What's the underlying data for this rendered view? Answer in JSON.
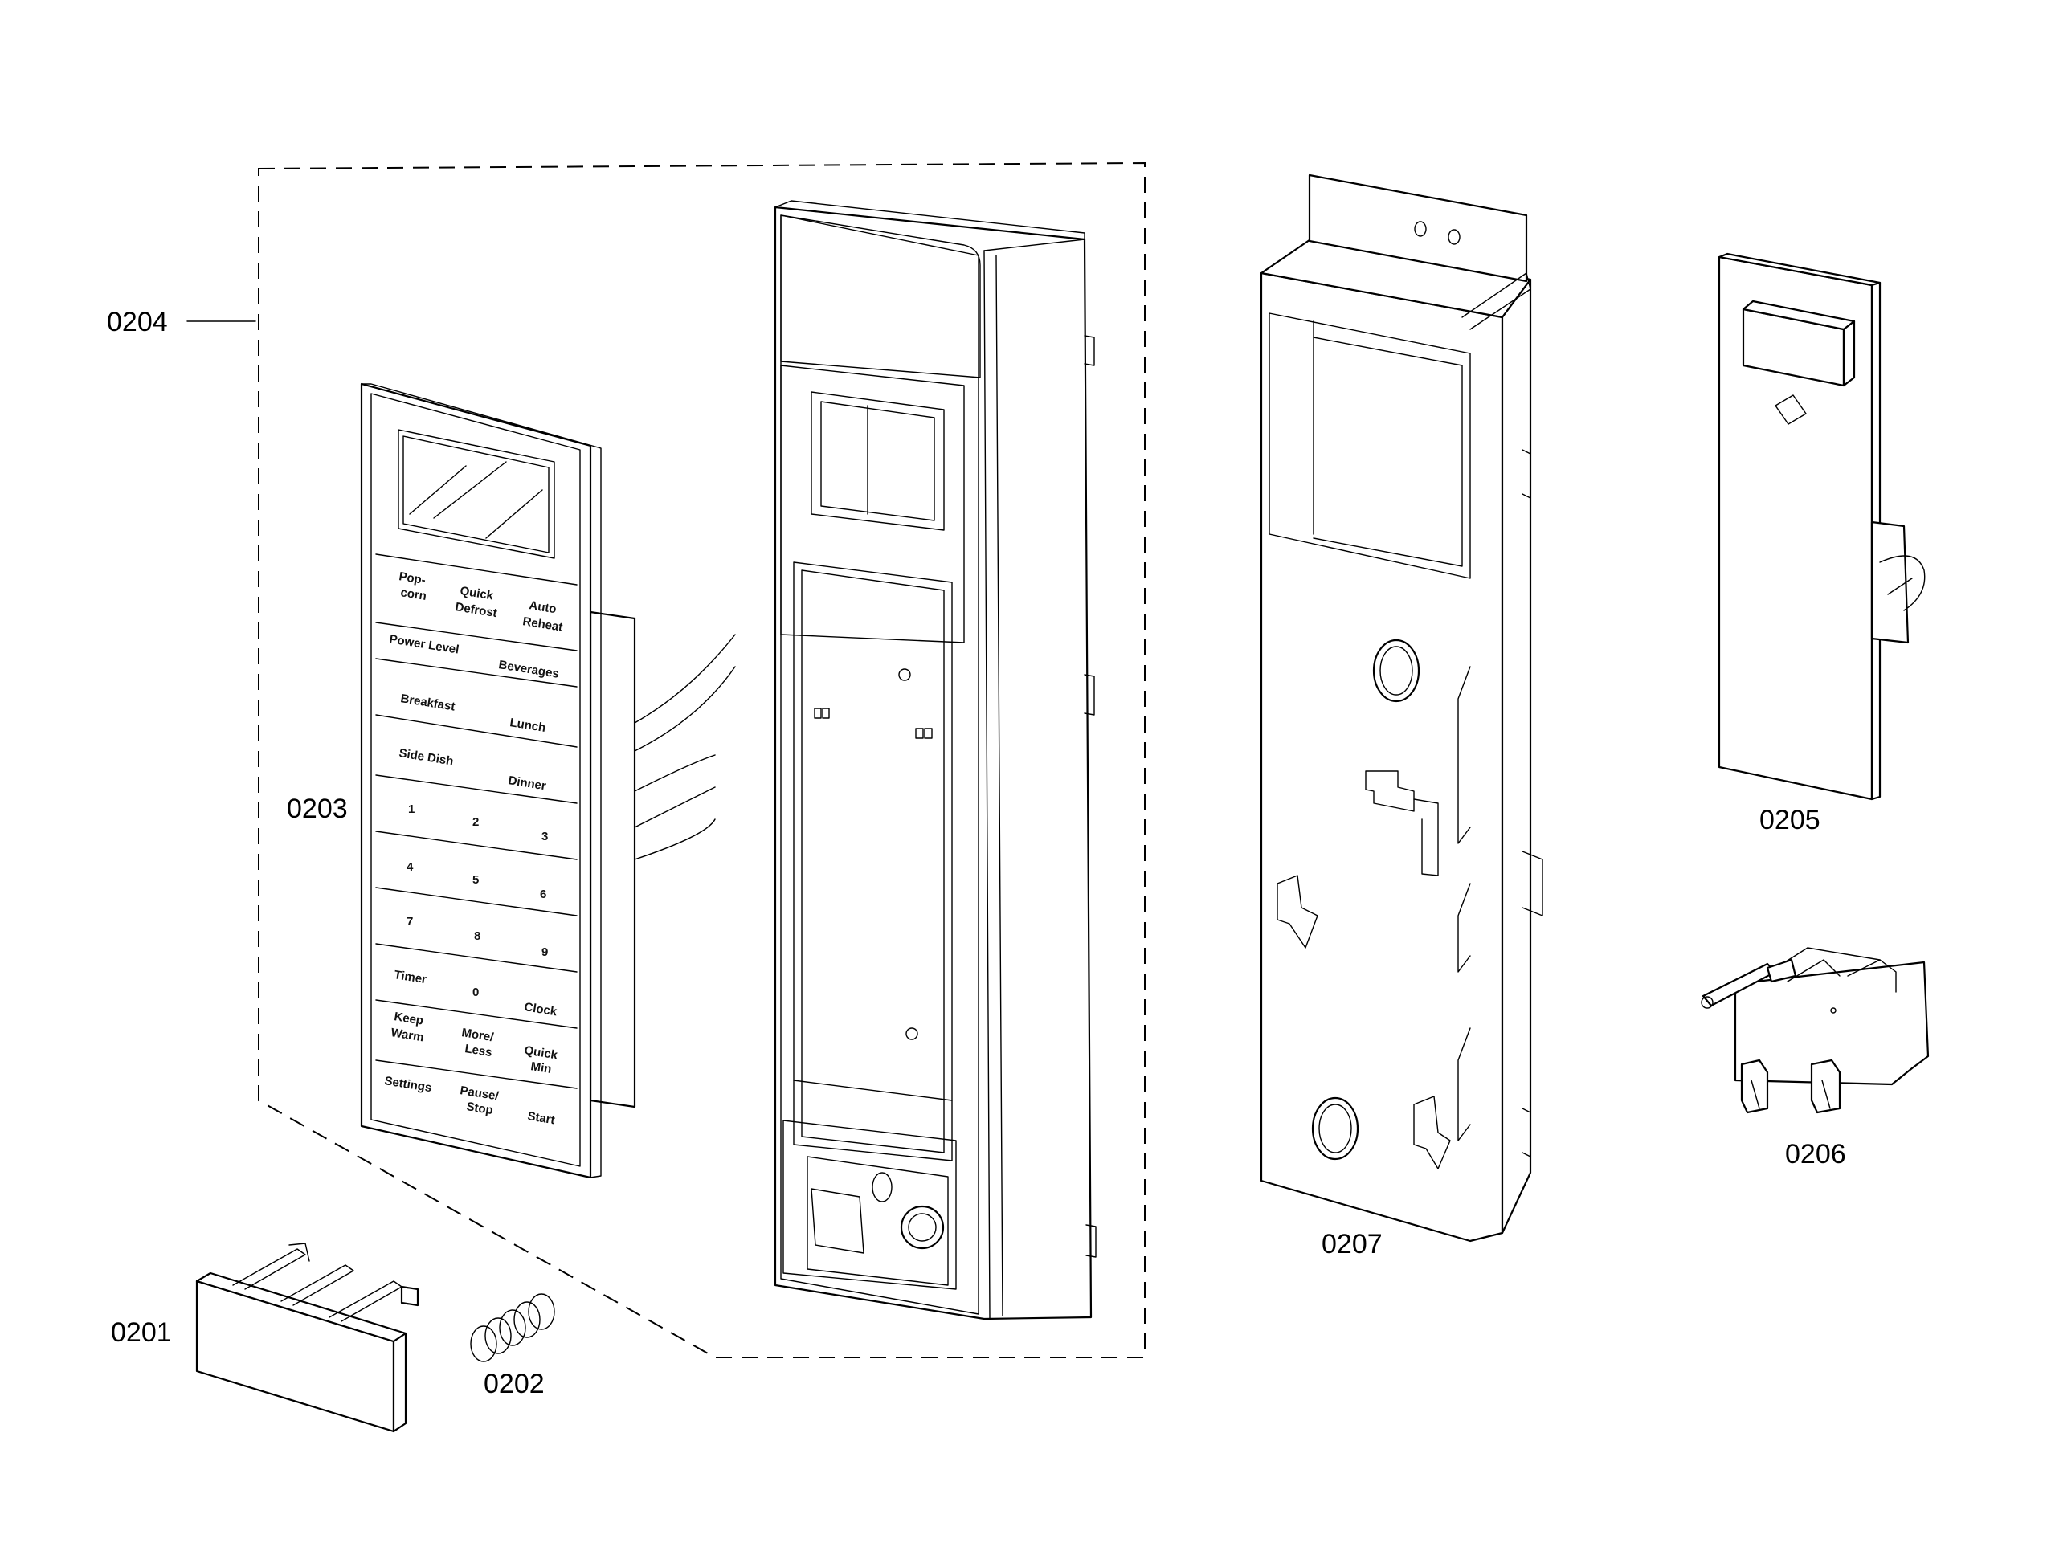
{
  "labels": {
    "p0201": "0201",
    "p0202": "0202",
    "p0203": "0203",
    "p0204": "0204",
    "p0205": "0205",
    "p0206": "0206",
    "p0207": "0207"
  },
  "keypad": {
    "row1": [
      "Pop-",
      "corn",
      "Quick",
      "Defrost",
      "Auto",
      "Reheat"
    ],
    "power_level": "Power Level",
    "beverages": "Beverages",
    "breakfast": "Breakfast",
    "lunch": "Lunch",
    "side_dish": "Side Dish",
    "dinner": "Dinner",
    "digits": [
      "1",
      "2",
      "3",
      "4",
      "5",
      "6",
      "7",
      "8",
      "9"
    ],
    "timer": "Timer",
    "zero": "0",
    "clock": "Clock",
    "keep": "Keep",
    "warm": "Warm",
    "more": "More/",
    "less": "Less",
    "quick": "Quick",
    "min": "Min",
    "settings": "Settings",
    "pause": "Pause/",
    "stop": "Stop",
    "start": "Start"
  }
}
